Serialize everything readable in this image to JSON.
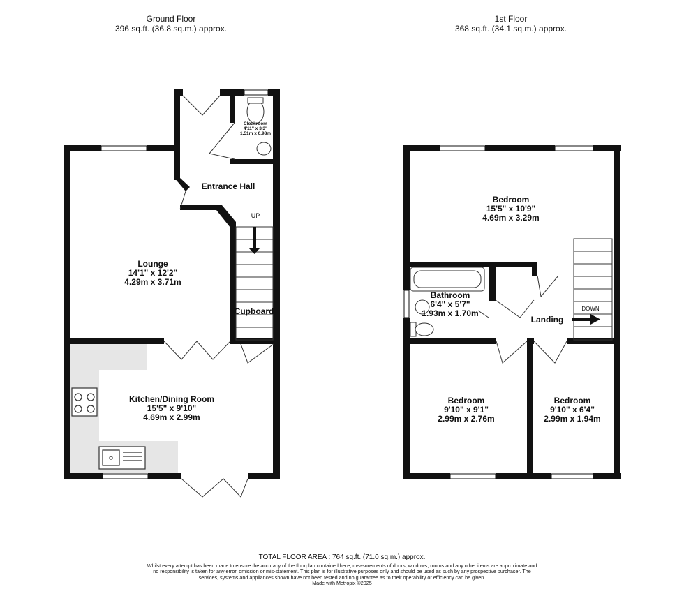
{
  "ground_floor": {
    "title": "Ground Floor",
    "area": "396 sq.ft. (36.8 sq.m.) approx.",
    "rooms": [
      {
        "name": "Cloakroom",
        "imperial": "4'11\" x 3'3\"",
        "metric": "1.51m x 0.98m"
      },
      {
        "name": "Entrance Hall"
      },
      {
        "name": "Lounge",
        "imperial": "14'1\" x 12'2\"",
        "metric": "4.29m x 3.71m"
      },
      {
        "name": "Cupboard"
      },
      {
        "name": "Kitchen/Dining Room",
        "imperial": "15'5\" x 9'10\"",
        "metric": "4.69m x 2.99m"
      }
    ],
    "stairs_label": "UP"
  },
  "first_floor": {
    "title": "1st Floor",
    "area": "368 sq.ft. (34.1 sq.m.) approx.",
    "rooms": [
      {
        "name": "Bedroom",
        "imperial": "15'5\" x 10'9\"",
        "metric": "4.69m x 3.29m"
      },
      {
        "name": "Bathroom",
        "imperial": "6'4\" x 5'7\"",
        "metric": "1.93m x 1.70m"
      },
      {
        "name": "Landing"
      },
      {
        "name": "Bedroom",
        "imperial": "9'10\" x 9'1\"",
        "metric": "2.99m x 2.76m"
      },
      {
        "name": "Bedroom",
        "imperial": "9'10\" x 6'4\"",
        "metric": "2.99m x 1.94m"
      }
    ],
    "stairs_label": "DOWN"
  },
  "footer": {
    "total": "TOTAL FLOOR AREA : 764 sq.ft. (71.0 sq.m.) approx.",
    "disclaimer": "Whilst every attempt has been made to ensure the accuracy of the floorplan contained here, measurements of doors, windows, rooms and any other items are approximate and no responsibility is taken for any error, omission or mis-statement. This plan is for illustrative purposes only and should be used as such by any prospective purchaser. The services, systems and appliances shown have not been tested and no guarantee as to their operability or efficiency can be given.",
    "credit": "Made with Metropix ©2025"
  },
  "colors": {
    "wall": "#111111",
    "fixtures": "#e6e6e6"
  }
}
